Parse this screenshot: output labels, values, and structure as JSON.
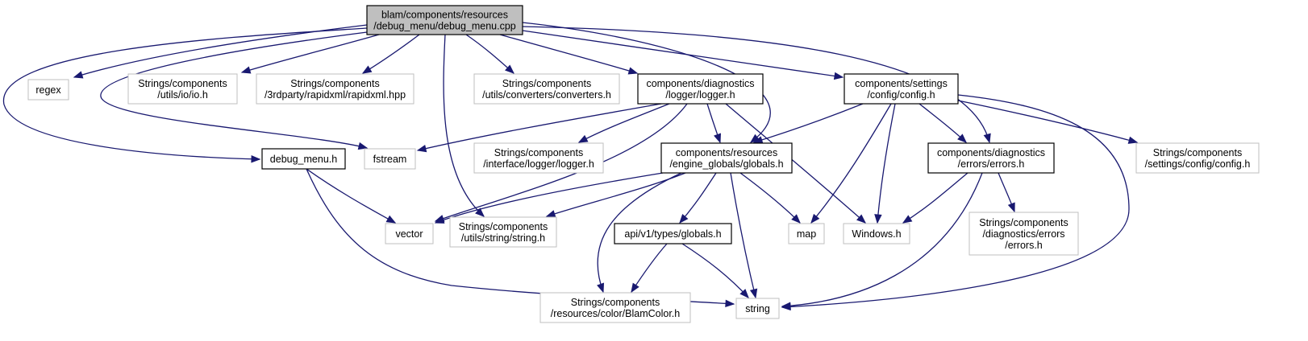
{
  "colors": {
    "edge": "#191970",
    "root_fill": "#bfbfbf",
    "internal_border": "#000000",
    "external_border": "#bfbfbf",
    "text": "#000000"
  },
  "nodes": [
    {
      "id": "root",
      "kind": "root",
      "lines": [
        "blam/components/resources",
        "/debug_menu/debug_menu.cpp"
      ]
    },
    {
      "id": "regex",
      "kind": "ext",
      "lines": [
        "regex"
      ]
    },
    {
      "id": "io",
      "kind": "ext",
      "lines": [
        "Strings/components",
        "/utils/io/io.h"
      ]
    },
    {
      "id": "rapidxml",
      "kind": "ext",
      "lines": [
        "Strings/components",
        "/3rdparty/rapidxml/rapidxml.hpp"
      ]
    },
    {
      "id": "converters",
      "kind": "ext",
      "lines": [
        "Strings/components",
        "/utils/converters/converters.h"
      ]
    },
    {
      "id": "logger",
      "kind": "int",
      "lines": [
        "components/diagnostics",
        "/logger/logger.h"
      ]
    },
    {
      "id": "config",
      "kind": "int",
      "lines": [
        "components/settings",
        "/config/config.h"
      ]
    },
    {
      "id": "debug_menu_h",
      "kind": "int",
      "lines": [
        "debug_menu.h"
      ]
    },
    {
      "id": "fstream",
      "kind": "ext",
      "lines": [
        "fstream"
      ]
    },
    {
      "id": "iface_logger",
      "kind": "ext",
      "lines": [
        "Strings/components",
        "/interface/logger/logger.h"
      ]
    },
    {
      "id": "globals",
      "kind": "int",
      "lines": [
        "components/resources",
        "/engine_globals/globals.h"
      ]
    },
    {
      "id": "errors",
      "kind": "int",
      "lines": [
        "components/diagnostics",
        "/errors/errors.h"
      ]
    },
    {
      "id": "settings_cfg",
      "kind": "ext",
      "lines": [
        "Strings/components",
        "/settings/config/config.h"
      ]
    },
    {
      "id": "vector",
      "kind": "ext",
      "lines": [
        "vector"
      ]
    },
    {
      "id": "strutil",
      "kind": "ext",
      "lines": [
        "Strings/components",
        "/utils/string/string.h"
      ]
    },
    {
      "id": "apiglobals",
      "kind": "int",
      "lines": [
        "api/v1/types/globals.h"
      ]
    },
    {
      "id": "map",
      "kind": "ext",
      "lines": [
        "map"
      ]
    },
    {
      "id": "windows",
      "kind": "ext",
      "lines": [
        "Windows.h"
      ]
    },
    {
      "id": "diag_errors",
      "kind": "ext",
      "lines": [
        "Strings/components",
        "/diagnostics/errors",
        "/errors.h"
      ]
    },
    {
      "id": "blamcolor",
      "kind": "ext",
      "lines": [
        "Strings/components",
        "/resources/color/BlamColor.h"
      ]
    },
    {
      "id": "string",
      "kind": "ext",
      "lines": [
        "string"
      ]
    }
  ],
  "edges": [
    [
      "root",
      "regex"
    ],
    [
      "root",
      "io"
    ],
    [
      "root",
      "rapidxml"
    ],
    [
      "root",
      "converters"
    ],
    [
      "root",
      "logger"
    ],
    [
      "root",
      "config"
    ],
    [
      "root",
      "errors"
    ],
    [
      "root",
      "globals"
    ],
    [
      "root",
      "debug_menu_h"
    ],
    [
      "root",
      "fstream"
    ],
    [
      "root",
      "strutil"
    ],
    [
      "logger",
      "fstream"
    ],
    [
      "logger",
      "iface_logger"
    ],
    [
      "logger",
      "globals"
    ],
    [
      "logger",
      "vector"
    ],
    [
      "logger",
      "windows"
    ],
    [
      "config",
      "globals"
    ],
    [
      "config",
      "errors"
    ],
    [
      "config",
      "settings_cfg"
    ],
    [
      "config",
      "map"
    ],
    [
      "config",
      "windows"
    ],
    [
      "config",
      "string"
    ],
    [
      "debug_menu_h",
      "vector"
    ],
    [
      "debug_menu_h",
      "string"
    ],
    [
      "globals",
      "vector"
    ],
    [
      "globals",
      "strutil"
    ],
    [
      "globals",
      "apiglobals"
    ],
    [
      "globals",
      "map"
    ],
    [
      "globals",
      "string"
    ],
    [
      "globals",
      "blamcolor"
    ],
    [
      "errors",
      "windows"
    ],
    [
      "errors",
      "diag_errors"
    ],
    [
      "errors",
      "string"
    ],
    [
      "apiglobals",
      "blamcolor"
    ],
    [
      "apiglobals",
      "string"
    ]
  ]
}
